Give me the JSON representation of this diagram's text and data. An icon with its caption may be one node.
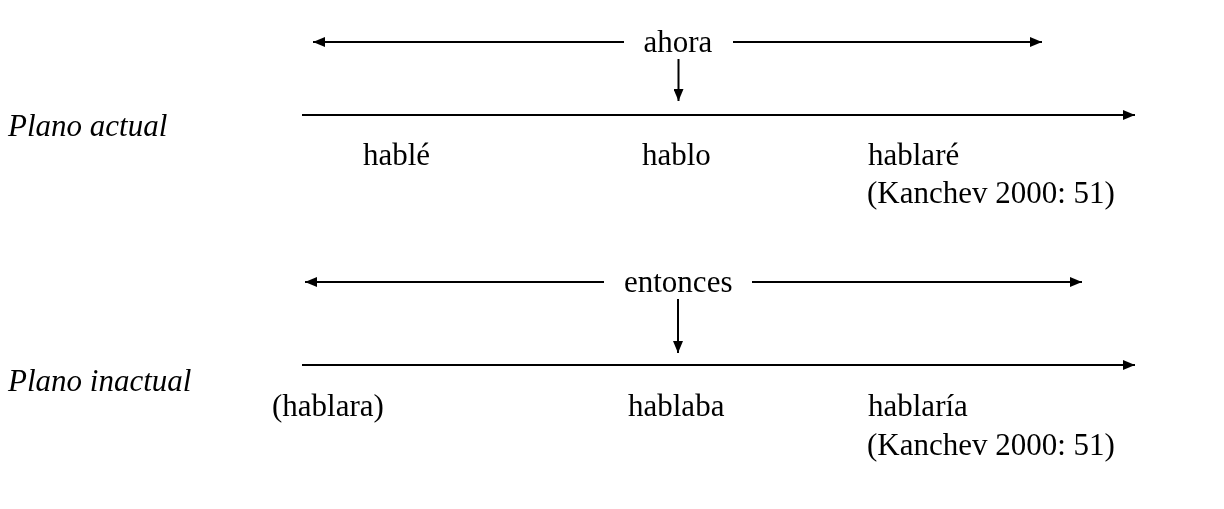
{
  "diagram": {
    "nodes": [
      {
        "text": [
          "ahora"
        ]
      },
      {
        "text": [
          "entonces"
        ]
      }
    ],
    "edges": [
      {
        "from": 0,
        "to": null,
        "arrow": "to"
      },
      {
        "from": 0,
        "to": null,
        "arrow": "to"
      },
      {
        "from": 0,
        "to": null,
        "arrow": "to"
      },
      {
        "from": 1,
        "to": null,
        "arrow": "to"
      },
      {
        "from": 1,
        "to": null,
        "arrow": "to"
      },
      {
        "from": 1,
        "to": null,
        "arrow": "to"
      }
    ],
    "labels": [
      "Plano actual",
      "hablé",
      "hablo",
      "hablaré",
      "(Kanchev 2000: 51)",
      "Plano inactual",
      "(hablara)",
      "hablaba",
      "hablaría",
      "(Kanchev 2000: 51)"
    ]
  }
}
